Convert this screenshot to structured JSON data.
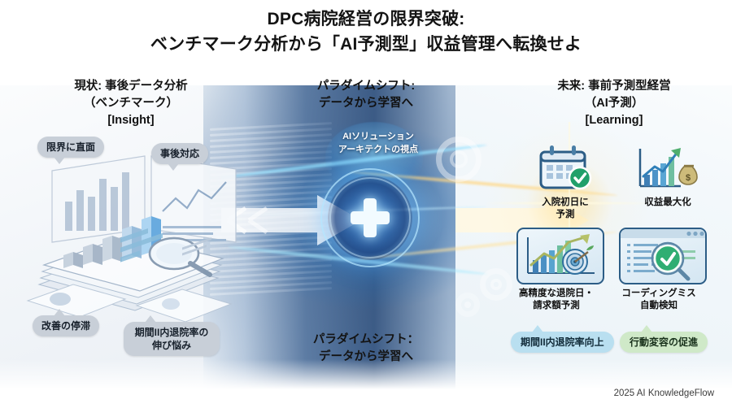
{
  "title": {
    "line1": "DPC病院経営の限界突破:",
    "line2": "ベンチマーク分析から「AI予測型」収益管理へ転換せよ"
  },
  "columns": {
    "left": {
      "heading_line1": "現状: 事後データ分析",
      "heading_line2": "（ベンチマーク）",
      "heading_line3": "[Insight]",
      "bubbles": [
        {
          "label": "限界に直面"
        },
        {
          "label": "事後対応"
        },
        {
          "label": "改善の停滞"
        },
        {
          "label": "期間II内退院率の\n伸び悩み"
        }
      ],
      "illustration": "isometric-report-stack-with-charts-and-magnifier"
    },
    "center": {
      "heading_line1": "パラダイムシフト:",
      "heading_line2": "データから学習へ",
      "bottom_line1": "パラダイムシフト：",
      "bottom_line2": "データから学習へ",
      "brain_label_line1": "AIソリューション",
      "brain_label_line2": "アーキテクトの視点",
      "hub_icon": "medical-cross-icon",
      "flow_in_icon": "arrow-right-icon",
      "flow_out_icon": "arrow-right-icon"
    },
    "right": {
      "heading_line1": "未来: 事前予測型経営",
      "heading_line2": "（AI予測）",
      "heading_line3": "[Learning]",
      "features": [
        {
          "caption_line1": "入院初日に",
          "caption_line2": "予測",
          "icon": "calendar-check-icon"
        },
        {
          "caption_line1": "収益最大化",
          "caption_line2": "",
          "icon": "growth-chart-money-bag-icon"
        },
        {
          "caption_line1": "高精度な退院日・",
          "caption_line2": "請求額予測",
          "icon": "chart-target-arrow-icon"
        },
        {
          "caption_line1": "コーディングミス",
          "caption_line2": "自動検知",
          "icon": "code-window-magnifier-check-icon"
        }
      ],
      "pills": [
        {
          "label": "期間II内退院率向上",
          "color": "#b9dff0"
        },
        {
          "label": "行動変容の促進",
          "color": "#cfe9c8"
        }
      ]
    }
  },
  "footer": {
    "credit": "2025 AI KnowledgeFlow"
  },
  "colors": {
    "title_text": "#141414",
    "bubble_gray": "#c8cfd8",
    "pill_blue": "#b9dff0",
    "pill_green": "#cfe9c8",
    "center_deep_blue": "#2f507d",
    "accent_cyan": "#96e1ff",
    "accent_gold": "#ffd682",
    "card_border_blue": "#2c5d86",
    "check_green": "#21a06a"
  }
}
